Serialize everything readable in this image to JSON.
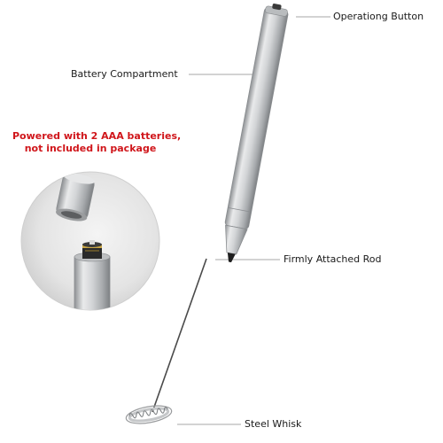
{
  "callouts": {
    "operation_button": "Operationg Button",
    "battery_compartment": "Battery Compartment",
    "firmly_attached_rod": "Firmly Attached Rod",
    "steel_whisk": "Steel Whisk"
  },
  "note": {
    "line1": "Powered with 2 AAA batteries,",
    "line2": "not included in package"
  },
  "colors": {
    "note_text": "#d0161b",
    "leader_line": "#8a8a8a",
    "label_text": "#1a1a1a",
    "steel": "#c9cbcd"
  }
}
